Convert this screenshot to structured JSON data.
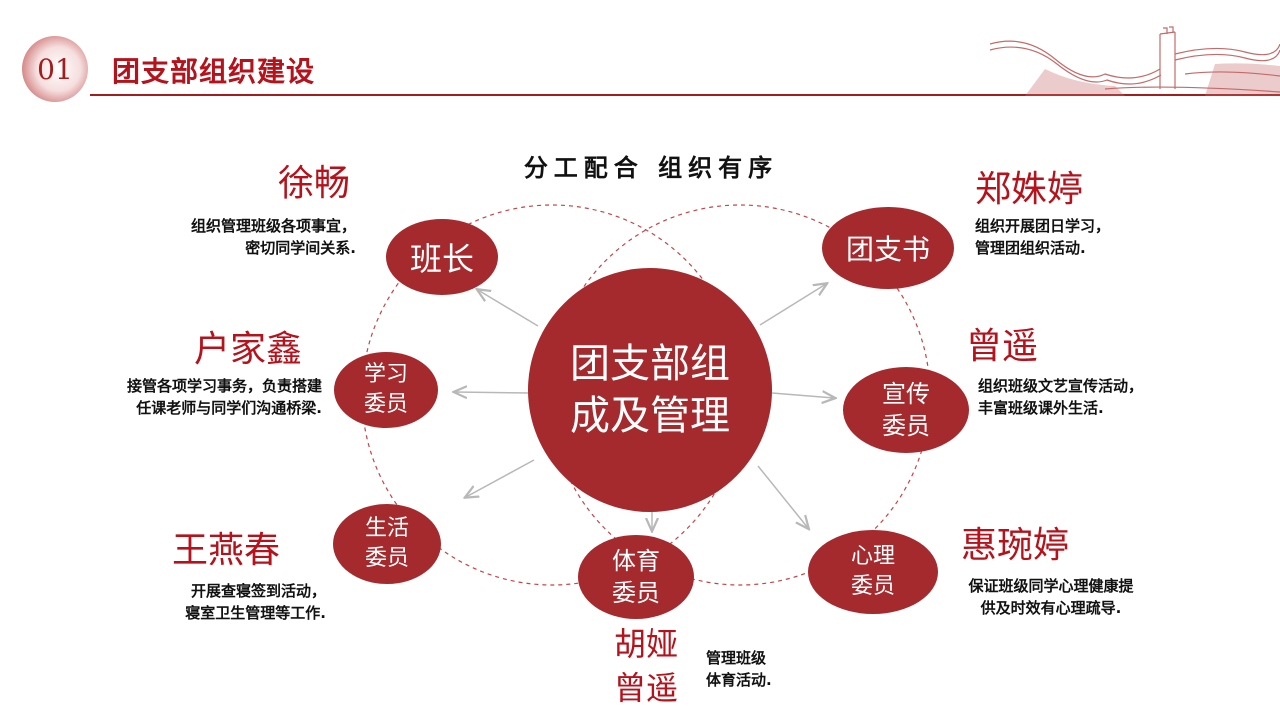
{
  "header": {
    "number": "01",
    "title": "团支部组织建设"
  },
  "tagline": "分工配合  组织有序",
  "center": {
    "line1": "团支部组",
    "line2": "成及管理"
  },
  "roles": {
    "banzhang": {
      "role": "班长",
      "name": "徐畅",
      "desc": [
        "组织管理班级各项事宜，",
        "密切同学间关系."
      ]
    },
    "tuanzhishu": {
      "role": "团支书",
      "name": "郑姝婷",
      "desc": [
        "组织开展团日学习，",
        "管理团组织活动."
      ]
    },
    "xuexi": {
      "role_line1": "学习",
      "role_line2": "委员",
      "name": "户家鑫",
      "desc": [
        "接管各项学习事务，负责搭建",
        "任课老师与同学们沟通桥梁."
      ]
    },
    "xuanchuan": {
      "role_line1": "宣传",
      "role_line2": "委员",
      "name": "曾遥",
      "desc": [
        "组织班级文艺宣传活动，",
        "丰富班级课外生活."
      ]
    },
    "shenghuo": {
      "role_line1": "生活",
      "role_line2": "委员",
      "name": "王燕春",
      "desc": [
        "开展查寝签到活动，",
        "寝室卫生管理等工作."
      ]
    },
    "tiyu": {
      "role_line1": "体育",
      "role_line2": "委员",
      "name_line1": "胡娅",
      "name_line2": "曾遥",
      "desc": [
        "管理班级",
        "体育活动."
      ]
    },
    "xinli": {
      "role_line1": "心理",
      "role_line2": "委员",
      "name": "惠琬婷",
      "desc": [
        "保证班级同学心理健康提",
        "供及时效有心理疏导."
      ]
    }
  },
  "colors": {
    "accent": "#b5121b",
    "node": "#a52a2e",
    "dashed": "#c0454a",
    "arrow": "#b8b8b8"
  }
}
